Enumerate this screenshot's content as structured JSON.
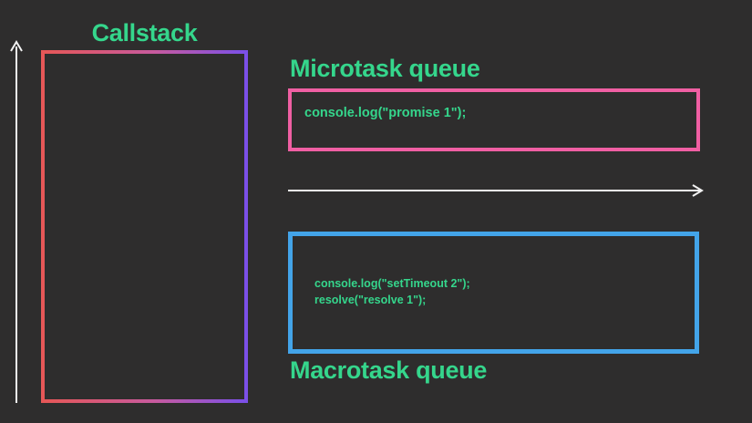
{
  "callstack": {
    "title": "Callstack"
  },
  "microtask_queue": {
    "title": "Microtask queue",
    "code_lines": [
      "console.log(\"promise 1\");"
    ]
  },
  "macrotask_queue": {
    "title": "Macrotask queue",
    "code_lines": [
      "console.log(\"setTimeout 2\");",
      "resolve(\"resolve 1\");"
    ]
  },
  "icons": {
    "up_arrow": "up-arrow",
    "right_arrow": "right-arrow"
  },
  "colors": {
    "background": "#2e2d2d",
    "heading_green": "#35d68c",
    "code_green": "#35d68c",
    "microtask_border_pink": "#f05fa3",
    "macrotask_border_blue": "#43a4e9",
    "callstack_gradient_red": "#e65757",
    "callstack_gradient_purple": "#7b50e8",
    "arrow_white": "#f2f2f2"
  }
}
